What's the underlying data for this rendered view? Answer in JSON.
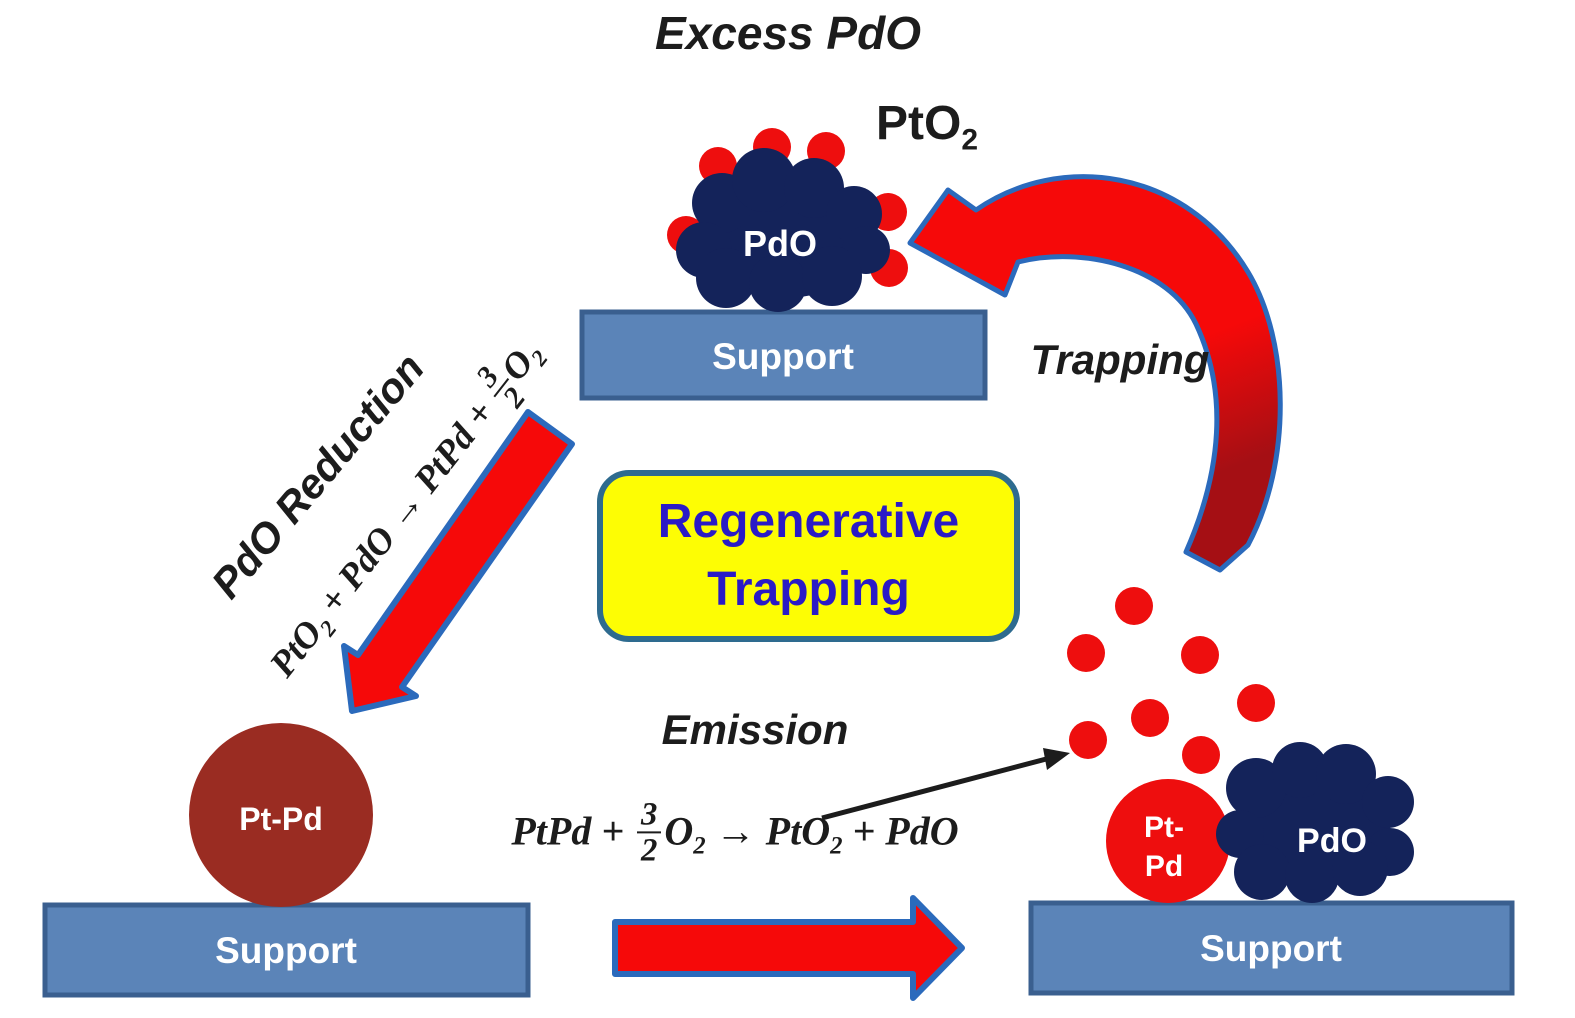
{
  "colors": {
    "navy": "#14235a",
    "bright_red": "#ee0e0e",
    "arrow_red": "#f60909",
    "dark_red": "#a50f14",
    "brown": "#9a2c22",
    "support_fill": "#5b84b8",
    "support_border": "#3a5f8f",
    "yellow": "#fdfd04",
    "yellow_border": "#2e6b8f",
    "blue_text": "#2a1ac6",
    "arrow_outline": "#2b6abc",
    "text_black": "#1c1c1c"
  },
  "header": {
    "title": "Excess PdO"
  },
  "top_section": {
    "pto2_base": "PtO",
    "pto2_sub": "2",
    "particle_label": "PdO",
    "support_label": "Support",
    "trapping_label": "Trapping"
  },
  "left_section": {
    "reduction_label": "PdO Reduction",
    "equation": {
      "seg1": "PtO",
      "sub1": "2",
      "seg2": " + PdO → PtPd + ",
      "frac_num": "3",
      "frac_den": "2",
      "seg3": "O",
      "sub3": "2"
    },
    "particle_label": "Pt-Pd",
    "support_label": "Support"
  },
  "center_box": {
    "line1": "Regenerative",
    "line2": "Trapping"
  },
  "bottom_section": {
    "emission_label": "Emission",
    "equation": {
      "seg1": "PtPd + ",
      "frac_num": "3",
      "frac_den": "2",
      "seg2": "O",
      "sub2": "2",
      "seg3": " → PtO",
      "sub3": "2",
      "seg4": " + PdO"
    }
  },
  "right_section": {
    "ptpd_line1": "Pt-",
    "ptpd_line2": "Pd",
    "pdo_label": "PdO",
    "support_label": "Support"
  }
}
